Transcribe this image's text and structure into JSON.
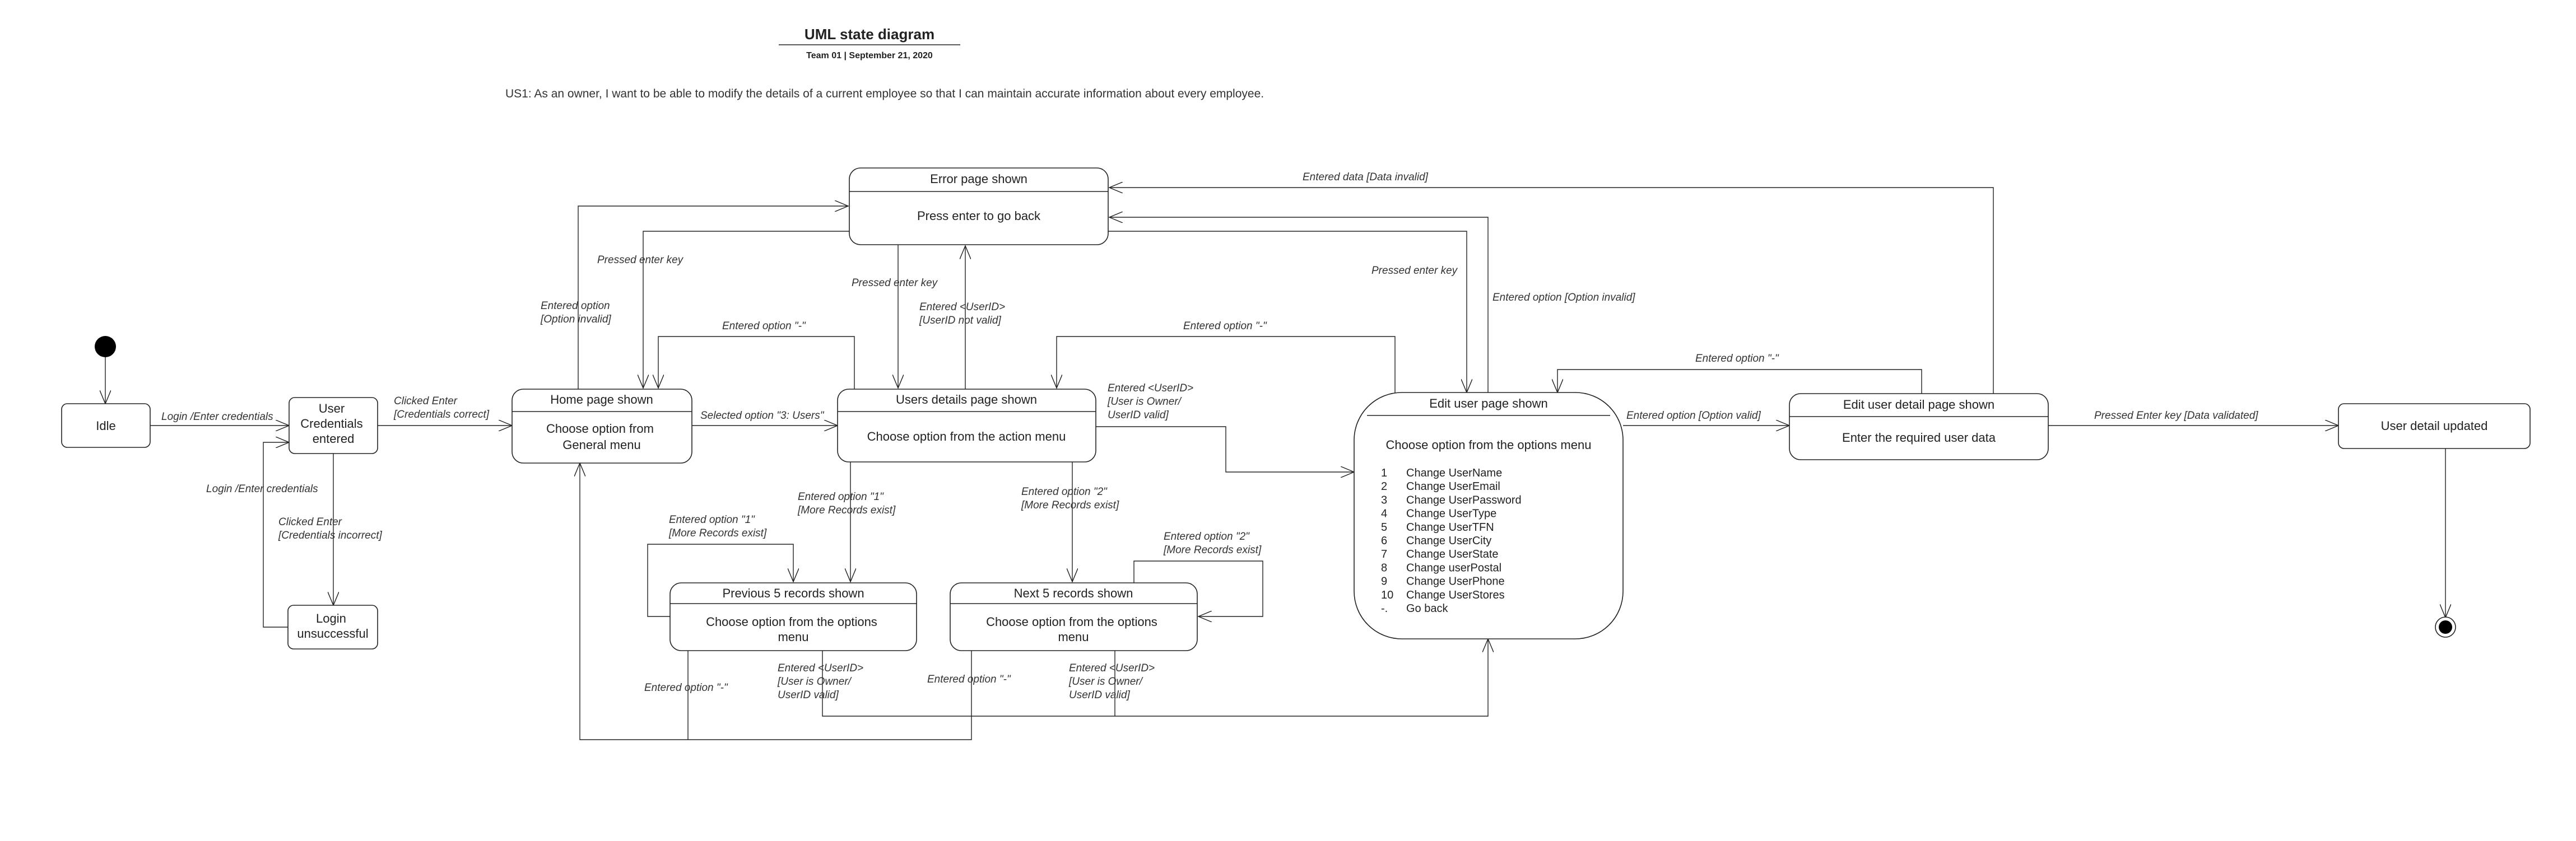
{
  "header": {
    "title": "UML state diagram",
    "team": "Team 01",
    "date": "September 21, 2020",
    "story": "US1: As an owner, I want to be able to modify the details of a current employee so that I can maintain accurate information about every employee."
  },
  "states": {
    "idle": "Idle",
    "user_credentials": [
      "User",
      "Credentials",
      "entered"
    ],
    "login_unsuccessful": [
      "Login",
      "unsuccessful"
    ],
    "home": {
      "name": "Home page shown",
      "body": [
        "Choose option from",
        "General menu"
      ]
    },
    "users_details": {
      "name": "Users details page shown",
      "body": [
        "Choose option from the action menu"
      ]
    },
    "error": {
      "name": "Error page shown",
      "body": [
        "Press enter to go back"
      ]
    },
    "prev5": {
      "name": "Previous 5 records shown",
      "body": [
        "Choose option from the options",
        "menu"
      ]
    },
    "next5": {
      "name": "Next 5 records shown",
      "body": [
        "Choose option from the options",
        "menu"
      ]
    },
    "edit_user": {
      "name": "Edit user page shown",
      "heading": "Choose option from the options menu",
      "options": [
        {
          "n": "1",
          "t": "Change UserName"
        },
        {
          "n": "2",
          "t": "Change UserEmail"
        },
        {
          "n": "3",
          "t": "Change UserPassword"
        },
        {
          "n": "4",
          "t": "Change UserType"
        },
        {
          "n": "5",
          "t": "Change UserTFN"
        },
        {
          "n": "6",
          "t": "Change UserCity"
        },
        {
          "n": "7",
          "t": "Change UserState"
        },
        {
          "n": "8",
          "t": "Change userPostal"
        },
        {
          "n": "9",
          "t": "Change UserPhone"
        },
        {
          "n": "10",
          "t": "Change UserStores"
        },
        {
          "n": "-.",
          "t": "Go back"
        }
      ]
    },
    "edit_detail": {
      "name": "Edit user detail page shown",
      "body": [
        "Enter the required user data"
      ]
    },
    "updated": "User detail updated"
  },
  "transitions": {
    "login_enter": "Login /Enter credentials",
    "clicked_enter_correct": [
      "Clicked Enter",
      "[Credentials correct]"
    ],
    "login_retry": "Login /Enter credentials",
    "clicked_enter_incorrect": [
      "Clicked Enter",
      "[Credentials incorrect]"
    ],
    "home_invalid": [
      "Entered option",
      "[Option invalid]"
    ],
    "pressed_enter_1": "Pressed enter key",
    "home_dash": "Entered option \"-\"",
    "selected_users": "Selected option \"3: Users\"",
    "pressed_enter_2": "Pressed enter key",
    "userid_invalid": [
      "Entered <UserID>",
      "[UserID not valid]"
    ],
    "users_dash": "Entered option \"-\"",
    "users_userid_valid": [
      "Entered <UserID>",
      "[User is Owner/",
      "UserID valid]"
    ],
    "opt1": [
      "Entered option \"1\"",
      "[More Records exist]"
    ],
    "opt2": [
      "Entered option \"2\"",
      "[More Records exist]"
    ],
    "prev_loop": [
      "Entered option \"1\"",
      "[More Records exist]"
    ],
    "next_loop": [
      "Entered option \"2\"",
      "[More Records exist]"
    ],
    "prev_dash": "Entered option \"-\"",
    "next_dash": "Entered option \"-\"",
    "prev_userid": [
      "Entered <UserID>",
      "[User is Owner/",
      "UserID valid]"
    ],
    "next_userid": [
      "Entered <UserID>",
      "[User is Owner/",
      "UserID valid]"
    ],
    "edit_pressed_enter": "Pressed enter key",
    "edit_invalid": "Entered option [Option invalid]",
    "edit_valid": "Entered option [Option valid]",
    "detail_dash": "Entered option \"-\"",
    "data_invalid": "Entered data [Data invalid]",
    "data_validated": "Pressed Enter key [Data validated]"
  }
}
